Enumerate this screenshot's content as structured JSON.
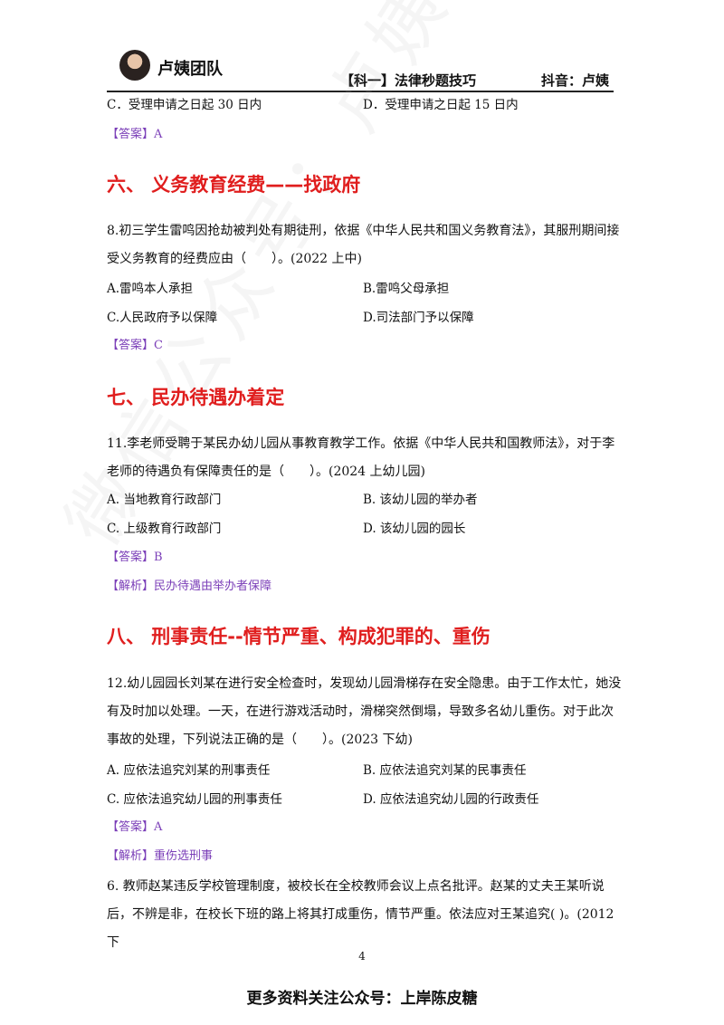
{
  "header": {
    "brand": "卢姨团队",
    "title": "【科一】法律秒题技巧",
    "social": "抖音：卢姨"
  },
  "watermark": "微信公众号：卢姨团队",
  "blocks": {
    "prev_options": {
      "c": "C．受理申请之日起 30 日内",
      "d": "D．受理申请之日起 15 日内"
    },
    "prev_answer": "【答案】A",
    "heading6": "六、  义务教育经费——找政府",
    "q8": {
      "text": "8.初三学生雷鸣因抢劫被判处有期徒刑，依据《中华人民共和国义务教育法》，其服刑期间接受义务教育的经费应由（　　）。(2022 上中)",
      "a": "A.雷鸣本人承担",
      "b": "B.雷鸣父母承担",
      "c": "C.人民政府予以保障",
      "d": "D.司法部门予以保障",
      "answer": "【答案】C"
    },
    "heading7": "七、  民办待遇办着定",
    "q11": {
      "text": "11.李老师受聘于某民办幼儿园从事教育教学工作。依据《中华人民共和国教师法》，对于李老师的待遇负有保障责任的是（　　）。(2024 上幼儿园)",
      "a": "A. 当地教育行政部门",
      "b": "B. 该幼儿园的举办者",
      "c": "C. 上级教育行政部门",
      "d": "D. 该幼儿园的园长",
      "answer": "【答案】B",
      "analysis": "【解析】民办待遇由举办者保障"
    },
    "heading8": "八、  刑事责任--情节严重、构成犯罪的、重伤",
    "q12": {
      "text": "12.幼儿园园长刘某在进行安全检查时，发现幼儿园滑梯存在安全隐患。由于工作太忙，她没有及时加以处理。一天，在进行游戏活动时，滑梯突然倒塌，导致多名幼儿重伤。对于此次事故的处理，下列说法正确的是（　　）。(2023 下幼)",
      "a": "A. 应依法追究刘某的刑事责任",
      "b": "B. 应依法追究刘某的民事责任",
      "c": "C. 应依法追究幼儿园的刑事责任",
      "d": "D. 应依法追究幼儿园的行政责任",
      "answer": "【答案】A",
      "analysis": "【解析】重伤选刑事"
    },
    "q6": {
      "text": "6. 教师赵某违反学校管理制度，被校长在全校教师会议上点名批评。赵某的丈夫王某听说后，不辨是非，在校长下班的路上将其打成重伤，情节严重。依法应对王某追究(  )。(2012 下"
    }
  },
  "page_number": "4",
  "footer": "更多资料关注公众号：上岸陈皮糖"
}
